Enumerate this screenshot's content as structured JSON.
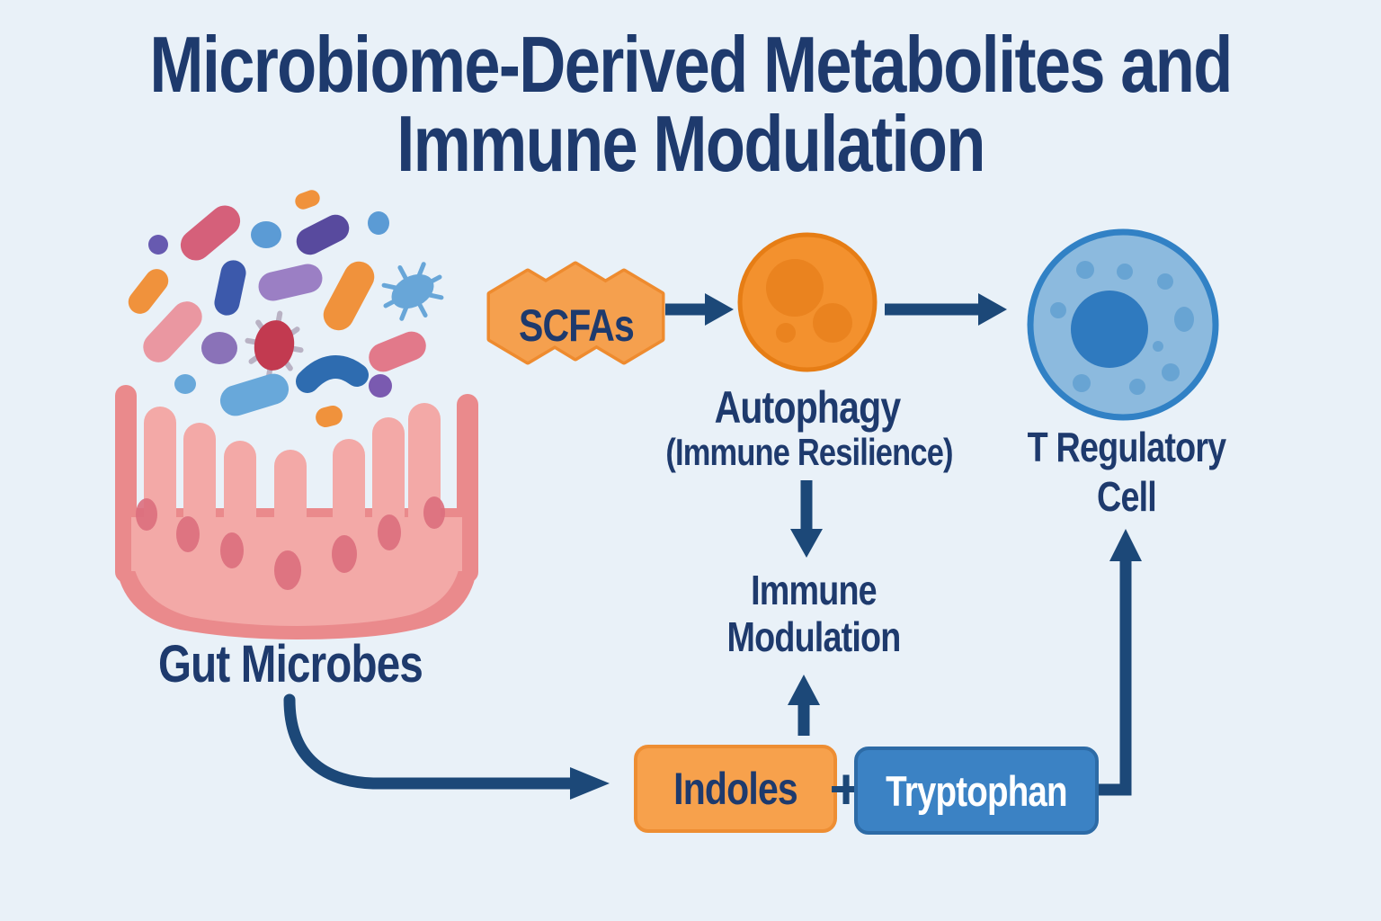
{
  "title": {
    "line1": "Microbiome-Derived Metabolites and",
    "line2": "Immune Modulation"
  },
  "nodes": {
    "gut_microbes": {
      "label": "Gut Microbes"
    },
    "scfas": {
      "label": "SCFAs"
    },
    "autophagy": {
      "label": "Autophagy",
      "sublabel": "(Immune Resilience)"
    },
    "t_regulatory_cell": {
      "label_line1": "T Regulatory",
      "label_line2": "Cell"
    },
    "immune_modulation": {
      "label_line1": "Immune",
      "label_line2": "Modulation"
    },
    "indoles": {
      "label": "Indoles"
    },
    "plus": {
      "label": "+"
    },
    "tryptophan": {
      "label": "Tryptophan"
    }
  },
  "edges": [
    {
      "from": "SCFAs",
      "to": "Autophagy"
    },
    {
      "from": "Autophagy",
      "to": "T Regulatory Cell"
    },
    {
      "from": "Autophagy (Immune Resilience)",
      "to": "Immune Modulation"
    },
    {
      "from": "Indoles",
      "to": "Immune Modulation"
    },
    {
      "from": "Gut Microbes",
      "to": "Indoles"
    },
    {
      "from": "Tryptophan",
      "to": "T Regulatory Cell"
    }
  ],
  "palette": {
    "background": "#e9f1f8",
    "text_navy": "#1e3a6d",
    "arrow_navy": "#1c4878",
    "scfa_fill": "#f5a04e",
    "scfa_stroke": "#ee8b2f",
    "autophagy_fill": "#f3912e",
    "autophagy_stroke": "#e67d15",
    "autophagy_vacuole": "#ea831f",
    "treg_fill": "#8cbade",
    "treg_stroke": "#3181c5",
    "treg_nucleus": "#2f7abf",
    "indoles_fill": "#f7a14c",
    "indoles_stroke": "#ee8e33",
    "tryptophan_fill": "#3b82c4",
    "tryptophan_stroke": "#2d6ba6",
    "villi_outer": "#ea8a8c",
    "villi_inner": "#f3a9a7",
    "villi_gland": "#db6e7d",
    "bacteria_colors": [
      "#f0923c",
      "#5b9bd5",
      "#d5607a",
      "#675ab0",
      "#584a9e",
      "#3c59ab",
      "#9b7fc4",
      "#68a6d8",
      "#ea97a1",
      "#8a72b8",
      "#c23a50",
      "#2e6cb0",
      "#e2798a",
      "#7a5ab0"
    ]
  }
}
